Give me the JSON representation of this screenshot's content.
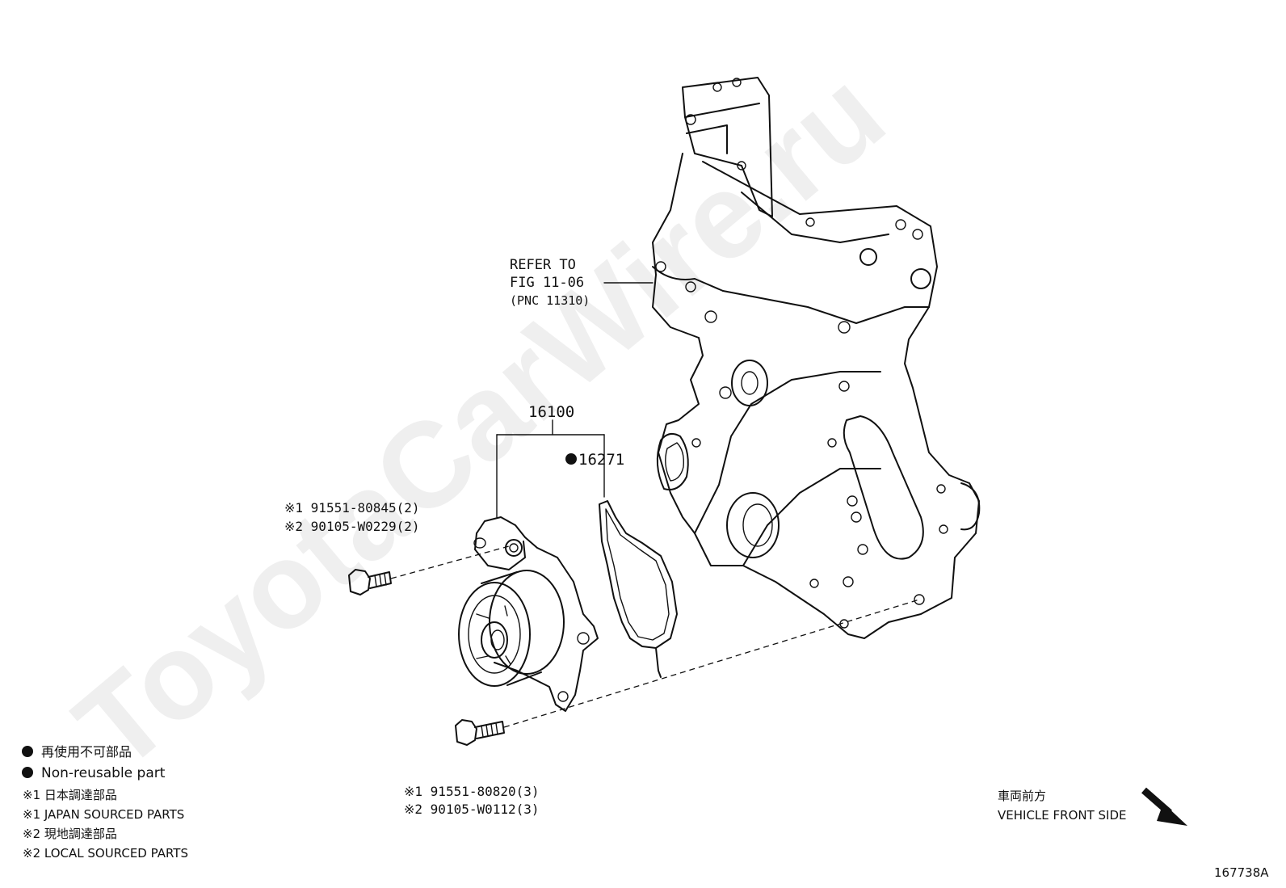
{
  "watermark": "ToyotaCarWire.ru",
  "refer_note": {
    "line1": "REFER TO",
    "line2": "FIG 11-06",
    "line3": "(PNC 11310)"
  },
  "callouts": {
    "water_pump": "16100",
    "gasket": "16271",
    "bolt_upper_1": "※1 91551-80845(2)",
    "bolt_upper_2": "※2 90105-W0229(2)",
    "bolt_lower_1": "※1 91551-80820(3)",
    "bolt_lower_2": "※2 90105-W0112(3)"
  },
  "legend": {
    "nonreusable_jp": "再使用不可部品",
    "nonreusable_en": "Non-reusable part",
    "japan_jp": "※1 日本調達部品",
    "japan_en": "※1 JAPAN SOURCED PARTS",
    "local_jp": "※2 現地調達部品",
    "local_en": "※2 LOCAL SOURCED PARTS"
  },
  "front": {
    "jp": "車両前方",
    "en": "VEHICLE FRONT SIDE"
  },
  "figure_id": "167738A"
}
